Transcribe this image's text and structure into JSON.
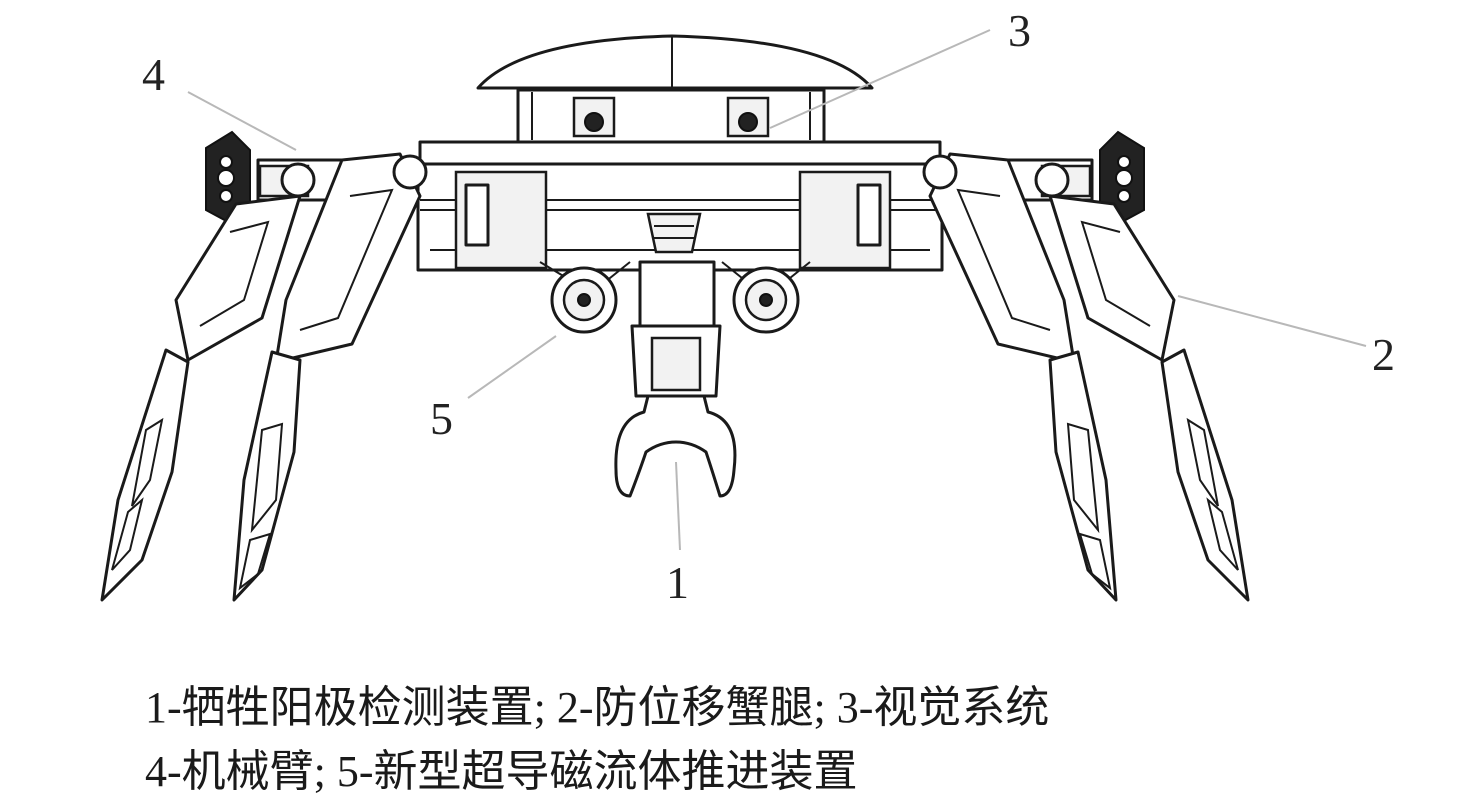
{
  "callouts": {
    "c1": "1",
    "c2": "2",
    "c3": "3",
    "c4": "4",
    "c5": "5"
  },
  "caption": {
    "line1": "1-牺牲阳极检测装置; 2-防位移蟹腿; 3-视觉系统",
    "line2": "4-机械臂; 5-新型超导磁流体推进装置"
  }
}
